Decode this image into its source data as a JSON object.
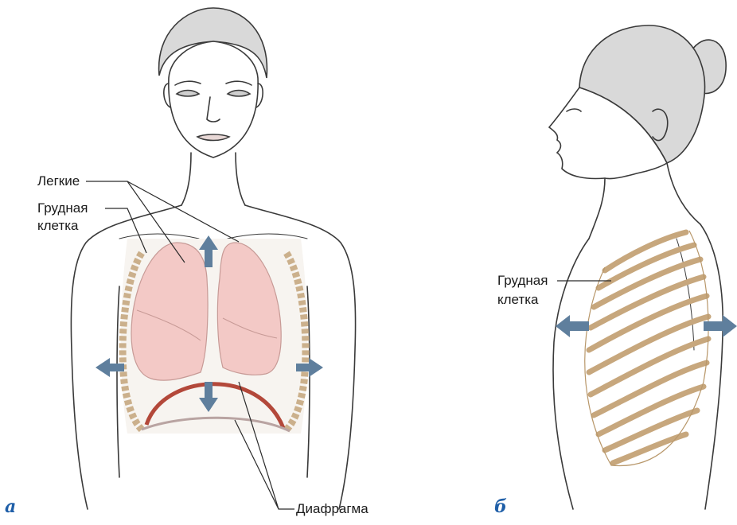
{
  "labels": {
    "lungs": "Легкие",
    "rib_cage_left_line1": "Грудная",
    "rib_cage_left_line2": "клетка",
    "rib_cage_right_line1": "Грудная",
    "rib_cage_right_line2": "клетка",
    "diaphragm": "Диафрагма"
  },
  "panels": {
    "a": "а",
    "b": "б"
  },
  "colors": {
    "outline": "#3a3a3a",
    "lung_fill": "#f3c9c6",
    "diaphragm_inhale": "#b3483a",
    "diaphragm_exhale": "#b9a4a2",
    "rib_fill": "#ddc5a3",
    "arrow": "#5f7f9d",
    "panel_letter": "#1f5fa8"
  }
}
